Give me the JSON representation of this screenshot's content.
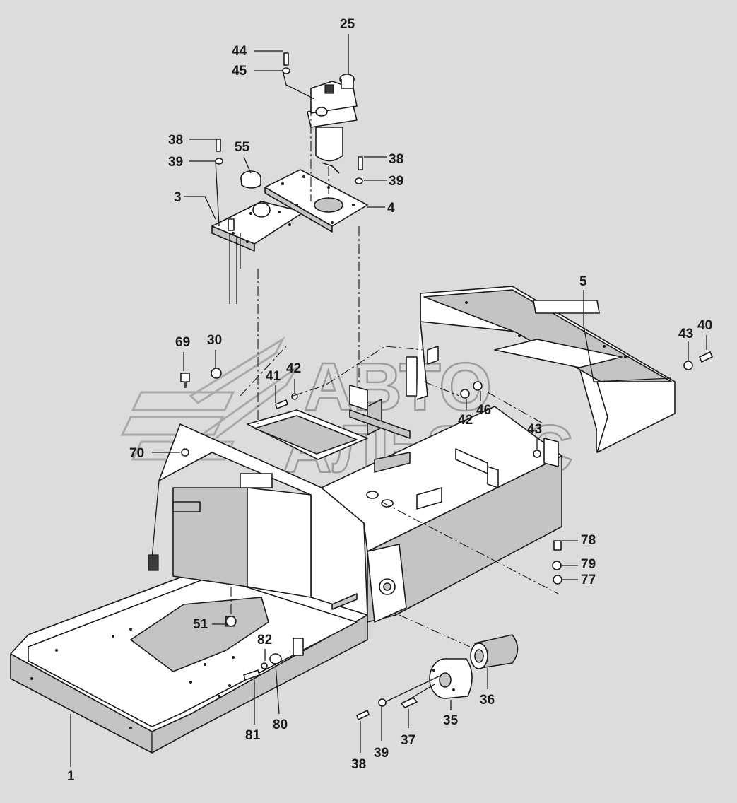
{
  "callouts": [
    {
      "id": "c25",
      "text": "25"
    },
    {
      "id": "c44",
      "text": "44"
    },
    {
      "id": "c45",
      "text": "45"
    },
    {
      "id": "c38a",
      "text": "38"
    },
    {
      "id": "c39a",
      "text": "39"
    },
    {
      "id": "c55",
      "text": "55"
    },
    {
      "id": "c38b",
      "text": "38"
    },
    {
      "id": "c39b",
      "text": "39"
    },
    {
      "id": "c3",
      "text": "3"
    },
    {
      "id": "c4",
      "text": "4"
    },
    {
      "id": "c5",
      "text": "5"
    },
    {
      "id": "c43a",
      "text": "43"
    },
    {
      "id": "c40",
      "text": "40"
    },
    {
      "id": "c69",
      "text": "69"
    },
    {
      "id": "c30",
      "text": "30"
    },
    {
      "id": "c41",
      "text": "41"
    },
    {
      "id": "c42a",
      "text": "42"
    },
    {
      "id": "c42b",
      "text": "42"
    },
    {
      "id": "c46",
      "text": "46"
    },
    {
      "id": "c43b",
      "text": "43"
    },
    {
      "id": "c70",
      "text": "70"
    },
    {
      "id": "c78",
      "text": "78"
    },
    {
      "id": "c79",
      "text": "79"
    },
    {
      "id": "c77",
      "text": "77"
    },
    {
      "id": "c51",
      "text": "51"
    },
    {
      "id": "c82",
      "text": "82"
    },
    {
      "id": "c81",
      "text": "81"
    },
    {
      "id": "c80",
      "text": "80"
    },
    {
      "id": "c38c",
      "text": "38"
    },
    {
      "id": "c39c",
      "text": "39"
    },
    {
      "id": "c37",
      "text": "37"
    },
    {
      "id": "c35",
      "text": "35"
    },
    {
      "id": "c36",
      "text": "36"
    },
    {
      "id": "c1",
      "text": "1"
    }
  ],
  "watermark": {
    "line1": "АВТО",
    "line2": "АЛЬЯНС"
  },
  "colors": {
    "background": "#dcdcdc",
    "ink": "#1a1a1a",
    "watermark": "#a0a0a0"
  }
}
